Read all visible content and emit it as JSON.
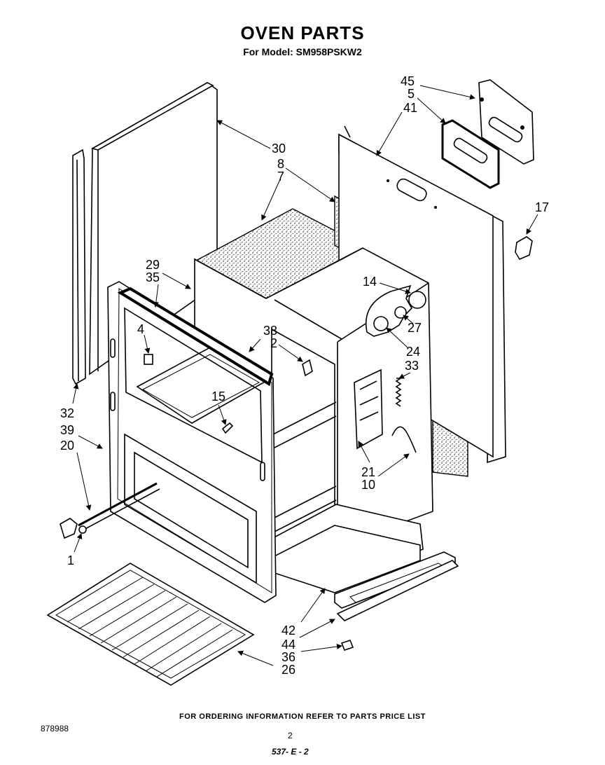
{
  "header": {
    "title": "OVEN PARTS",
    "model_line": "For Model: SM958PSKW2"
  },
  "callouts": {
    "c45": "45",
    "c5": "5",
    "c41": "41",
    "c30": "30",
    "c8": "8",
    "c7": "7",
    "c17": "17",
    "c29": "29",
    "c35": "35",
    "c14": "14",
    "c4": "4",
    "c38": "38",
    "c2": "2",
    "c27": "27",
    "c24": "24",
    "c33": "33",
    "c15": "15",
    "c32": "32",
    "c39": "39",
    "c20": "20",
    "c21": "21",
    "c10": "10",
    "c1": "1",
    "c42": "42",
    "c44": "44",
    "c36": "36",
    "c26": "26"
  },
  "footer": {
    "ordering_note": "FOR ORDERING INFORMATION REFER TO PARTS PRICE LIST",
    "document_number": "878988",
    "page_number": "2",
    "page_code": "537- E - 2"
  }
}
